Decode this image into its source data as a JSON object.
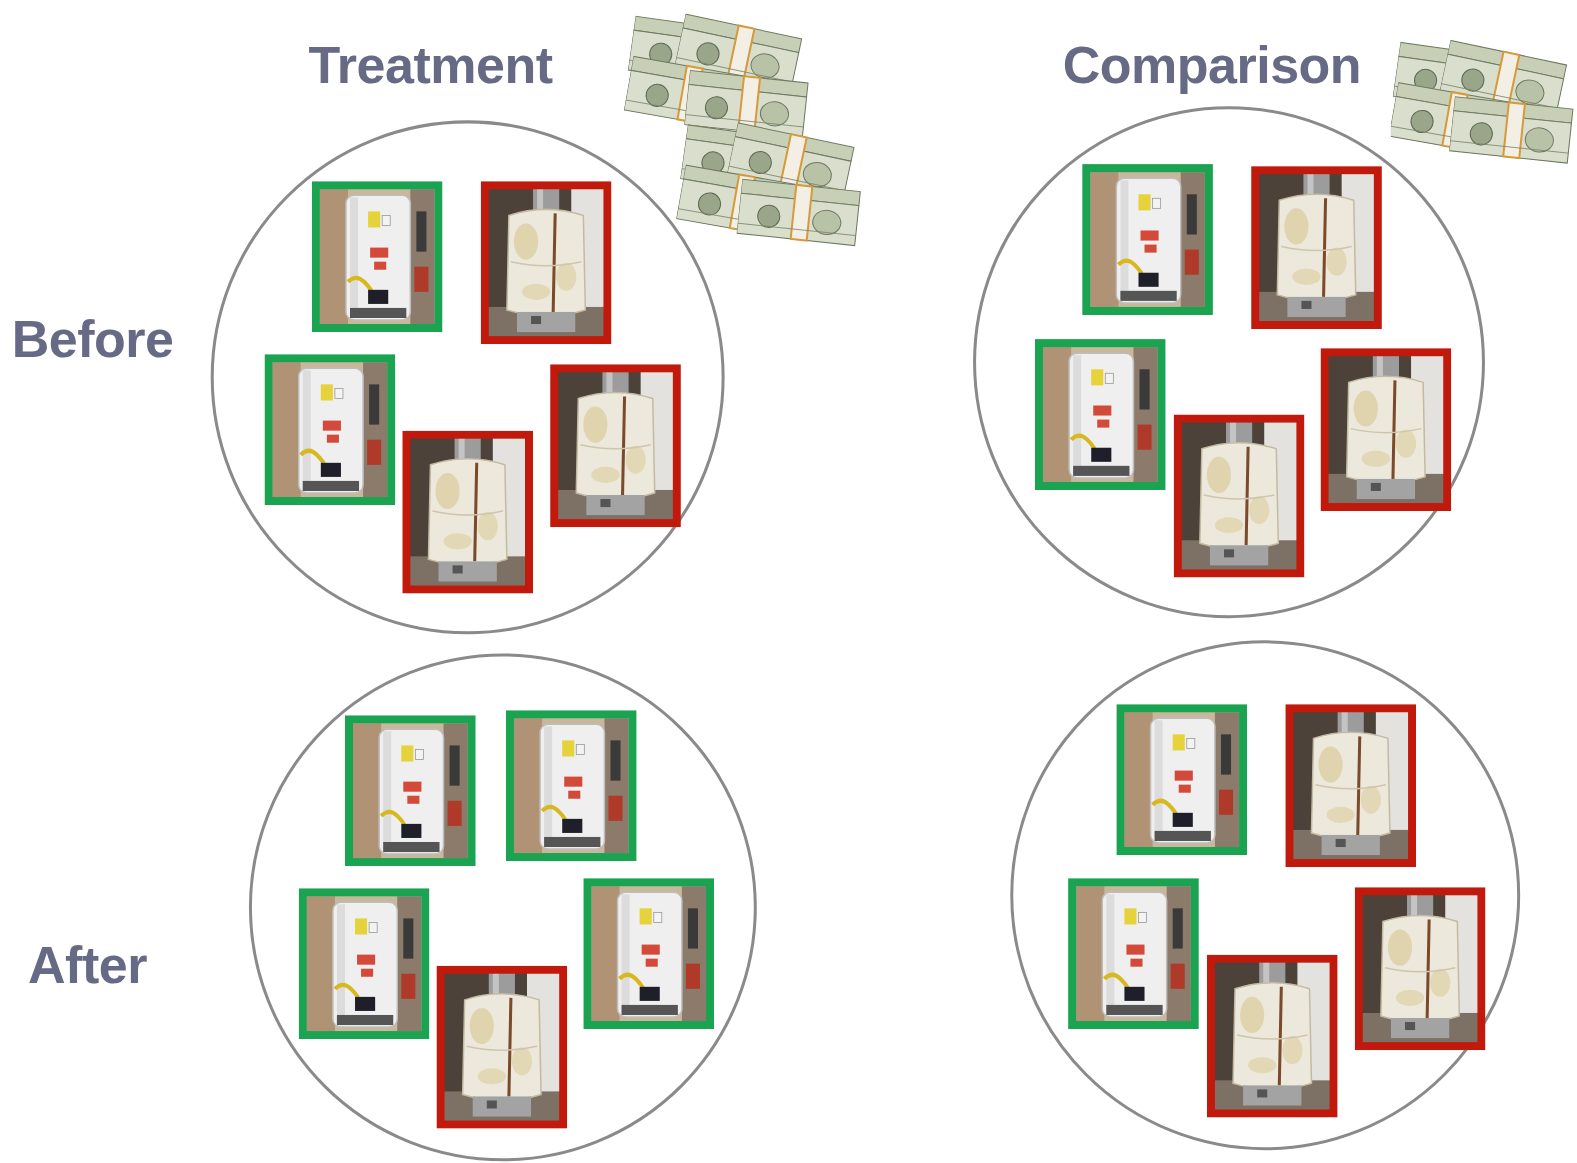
{
  "diagram": {
    "labels": [
      "Treatment",
      "Comparison",
      "Before",
      "After"
    ]
  }
}
